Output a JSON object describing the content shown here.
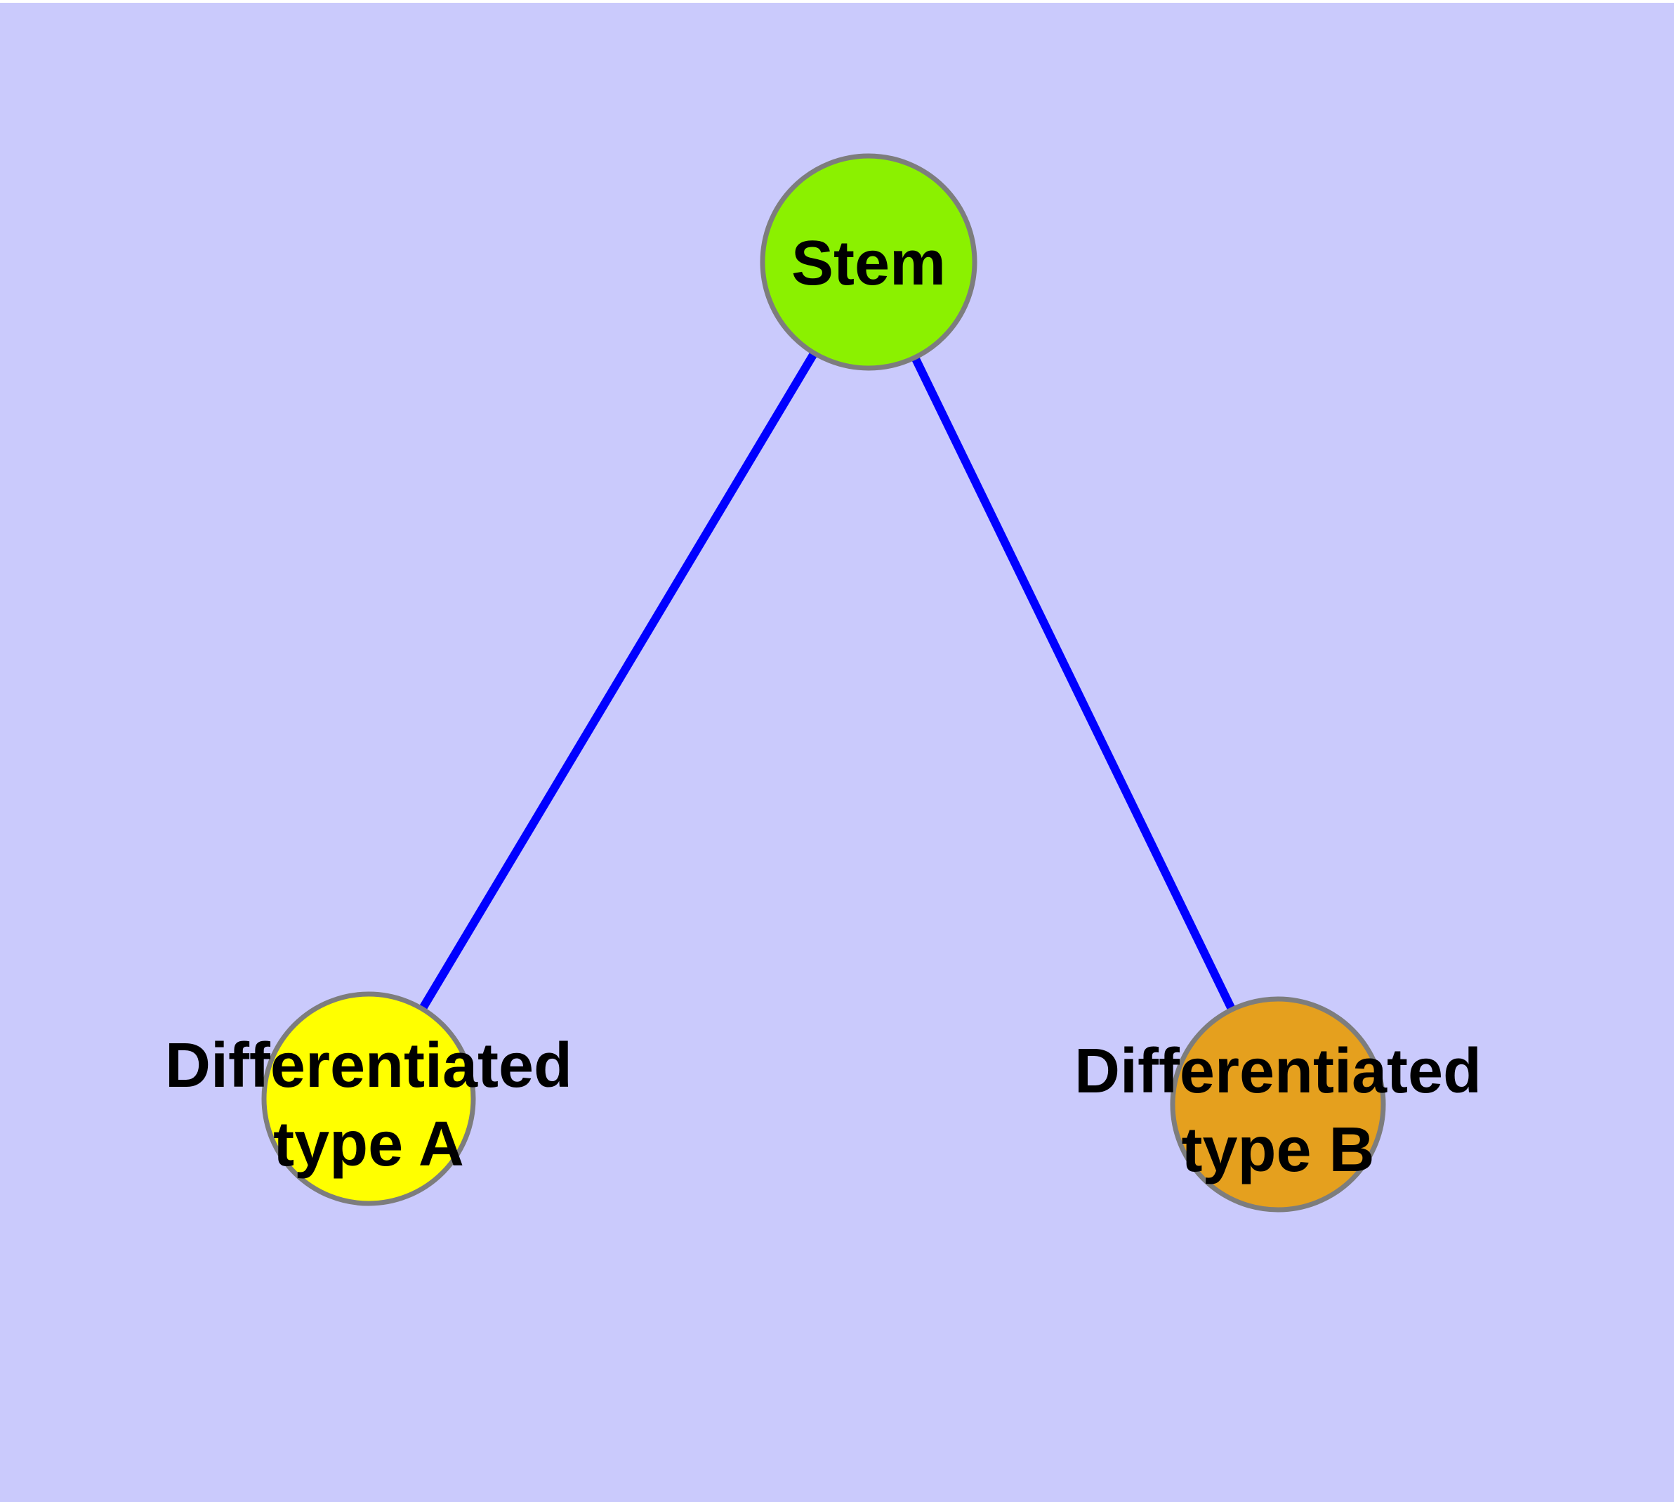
{
  "diagram": {
    "type": "graph",
    "background_color": "#CACAFC",
    "top_strip_color": "#FFFFFF",
    "edge_color": "#0000FF",
    "node_border_color": "#7D7D7D",
    "label_color": "#000000",
    "nodes": [
      {
        "id": "stem",
        "label": "Stem",
        "label_lines": [
          "Stem"
        ],
        "fill_color": "#8BF100"
      },
      {
        "id": "differentiated-type-a",
        "label": "Differentiated type A",
        "label_lines": [
          "Differentiated",
          "type A"
        ],
        "fill_color": "#FFFF00"
      },
      {
        "id": "differentiated-type-b",
        "label": "Differentiated type B",
        "label_lines": [
          "Differentiated",
          "type B"
        ],
        "fill_color": "#E5A01E"
      }
    ],
    "edges": [
      {
        "from": "Stem",
        "to": "Differentiated type A"
      },
      {
        "from": "Stem",
        "to": "Differentiated type B"
      }
    ]
  }
}
